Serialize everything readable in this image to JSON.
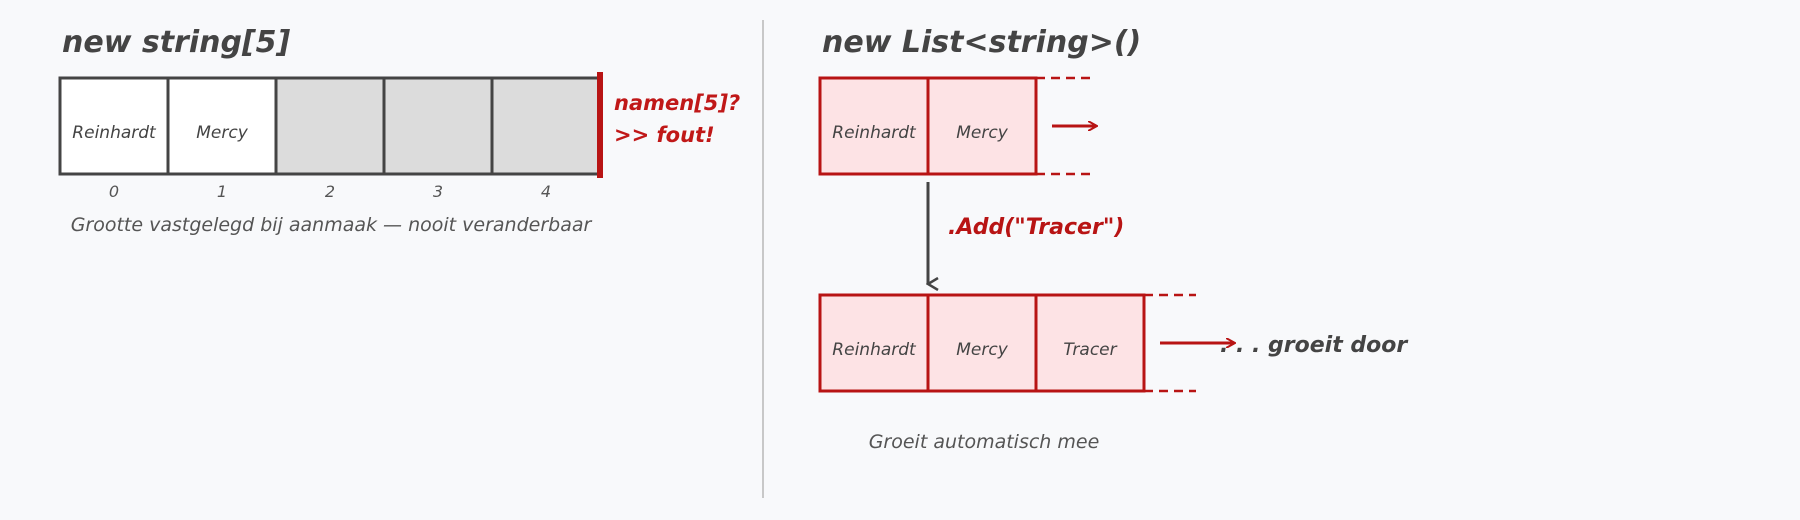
{
  "array": {
    "title": "new string[5]",
    "cells": [
      "Reinhardt",
      "Mercy",
      "",
      "",
      ""
    ],
    "indices": [
      "0",
      "1",
      "2",
      "3",
      "4"
    ],
    "error_line1": "namen[5]?",
    "error_line2": ">> fout!",
    "caption": "Grootte vastgelegd bij aanmaak — nooit veranderbaar"
  },
  "list": {
    "title": "new List<string>()",
    "before_cells": [
      "Reinhardt",
      "Mercy"
    ],
    "add_call": ".Add(\"Tracer\")",
    "after_cells": [
      "Reinhardt",
      "Mercy",
      "Tracer"
    ],
    "grows_label": ". . . groeit door",
    "caption": "Groeit automatisch mee"
  },
  "colors": {
    "ink": "#444444",
    "accent": "#b81414",
    "list_fill": "#fde3e5",
    "empty_fill": "#dcdcdc",
    "divider": "#c8c8c8"
  }
}
